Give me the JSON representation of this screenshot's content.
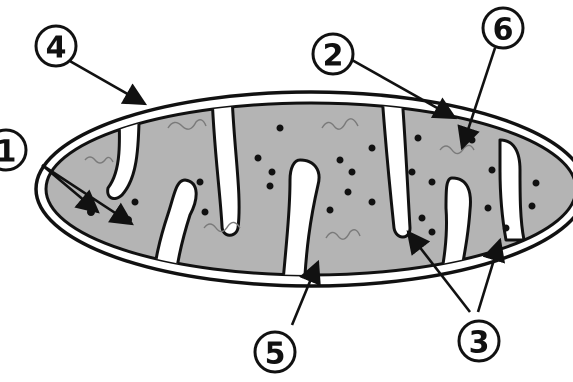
{
  "diagram": {
    "labels": [
      {
        "key": "label1",
        "text": "1"
      },
      {
        "key": "label2",
        "text": "2"
      },
      {
        "key": "label3",
        "text": "3"
      },
      {
        "key": "label4",
        "text": "4"
      },
      {
        "key": "label5",
        "text": "5"
      },
      {
        "key": "label6",
        "text": "6"
      }
    ],
    "colors": {
      "outline": "#111111",
      "matrix": "#b4b4b4",
      "background": "#ffffff"
    }
  }
}
